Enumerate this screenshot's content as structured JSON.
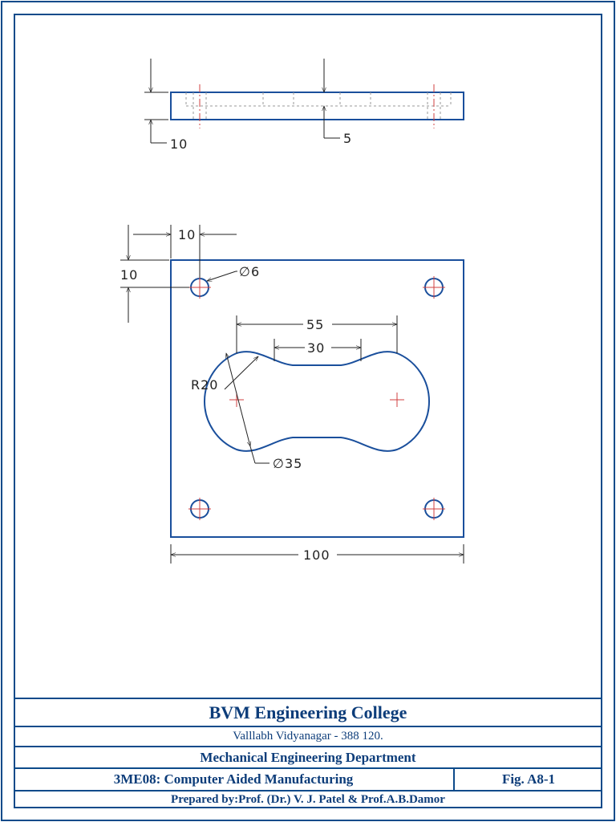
{
  "drawing": {
    "side_view": {
      "dim_thickness": "10",
      "dim_depth": "5"
    },
    "top_view": {
      "dim_edge_x": "10",
      "dim_edge_y": "10",
      "dim_hole_dia": "∅6",
      "dim_center_distance": "55",
      "dim_waist_length": "30",
      "dim_radius": "R20",
      "dim_lobe_dia": "∅35",
      "dim_width": "100"
    }
  },
  "title_block": {
    "college": "BVM Engineering College",
    "address": "Valllabh Vidyanagar - 388 120.",
    "department": "Mechanical Engineering Department",
    "course": "3ME08: Computer Aided Manufacturing",
    "figure": "Fig. A8-1",
    "prepared_by": "Prepared by:Prof. (Dr.) V. J. Patel & Prof.A.B.Damor"
  },
  "colors": {
    "border": "#0d4a8a",
    "part_outline": "#1a4f9c",
    "dimension": "#222222",
    "center_mark": "#d04040"
  }
}
